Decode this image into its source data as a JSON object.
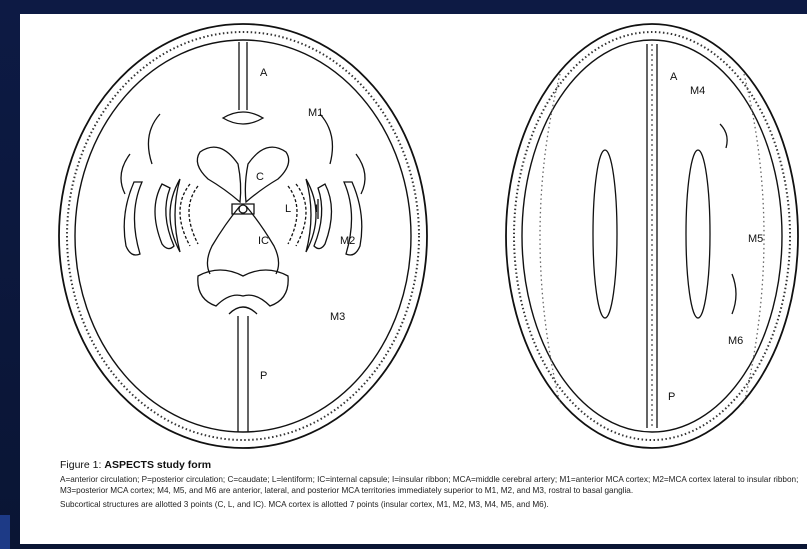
{
  "labels": {
    "left_brain": {
      "A": "A",
      "M1": "M1",
      "C": "C",
      "L": "L",
      "I": "I",
      "IC": "IC",
      "M2": "M2",
      "M3": "M3",
      "P": "P"
    },
    "right_brain": {
      "A": "A",
      "M4": "M4",
      "M5": "M5",
      "M6": "M6",
      "P": "P"
    }
  },
  "caption": {
    "figure_number": "Figure 1:",
    "figure_title": "ASPECTS study form",
    "paragraph1": "A=anterior circulation; P=posterior circulation; C=caudate; L=lentiform; IC=internal capsule; I=insular ribbon; MCA=middle cerebral artery; M1=anterior MCA cortex; M2=MCA cortex lateral to insular ribbon; M3=posterior MCA cortex; M4, M5, and M6 are anterior, lateral, and posterior MCA territories immediately superior to M1, M2, and M3, rostral to basal ganglia.",
    "paragraph2": "Subcortical structures are allotted 3 points (C, L, and IC). MCA cortex is allotted 7 points (insular cortex, M1, M2, M3, M4, M5, and M6)."
  }
}
